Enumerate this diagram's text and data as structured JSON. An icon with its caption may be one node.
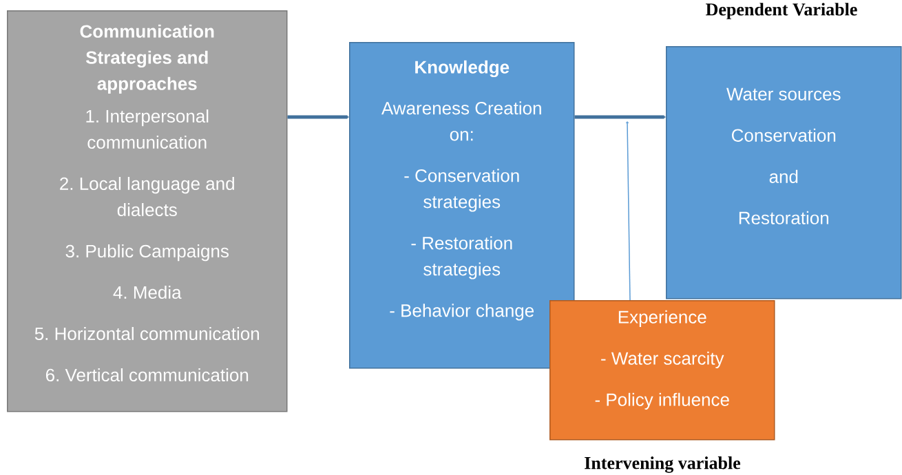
{
  "diagram": {
    "nodes": [
      {
        "text": [
          "Communication Strategies and approaches",
          "1. Interpersonal communication",
          "2. Local language and dialects",
          "3. Public Campaigns",
          "4. Media",
          "5. Horizontal communication",
          "6. Vertical communication"
        ]
      },
      {
        "text": [
          "Knowledge",
          "Awareness Creation on:",
          "- Conservation strategies",
          "- Restoration strategies",
          "- Behavior change"
        ]
      },
      {
        "text": [
          "Water sources",
          "Conservation",
          "and",
          "Restoration"
        ],
        "beside": [
          "Dependent Variable"
        ]
      },
      {
        "text": [
          "Experience",
          "- Water scarcity",
          "- Policy influence"
        ],
        "beside": [
          "Intervening variable"
        ]
      }
    ],
    "edges": [
      {
        "from": 0,
        "to": 1,
        "arrow": "to"
      },
      {
        "from": 1,
        "to": 2,
        "arrow": "to"
      },
      {
        "from": 3,
        "to": null,
        "arrow": "to",
        "color": "#5b9bd5"
      }
    ]
  }
}
